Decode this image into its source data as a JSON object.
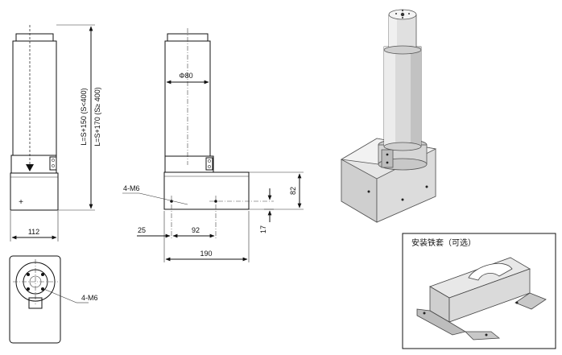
{
  "front_view": {
    "length_label_1": "L=S+150 (S<400)",
    "length_label_2": "L=S+170 (S≥ 400)",
    "width_dim": "112"
  },
  "side_view": {
    "diameter_label": "Φ80",
    "thread_label": "4-M6",
    "dim_25": "25",
    "dim_92": "92",
    "dim_190": "190",
    "dim_82": "82",
    "dim_17": "17"
  },
  "bottom_view": {
    "thread_label": "4-M6"
  },
  "bracket_panel": {
    "title": "安装铁套（可选）"
  }
}
